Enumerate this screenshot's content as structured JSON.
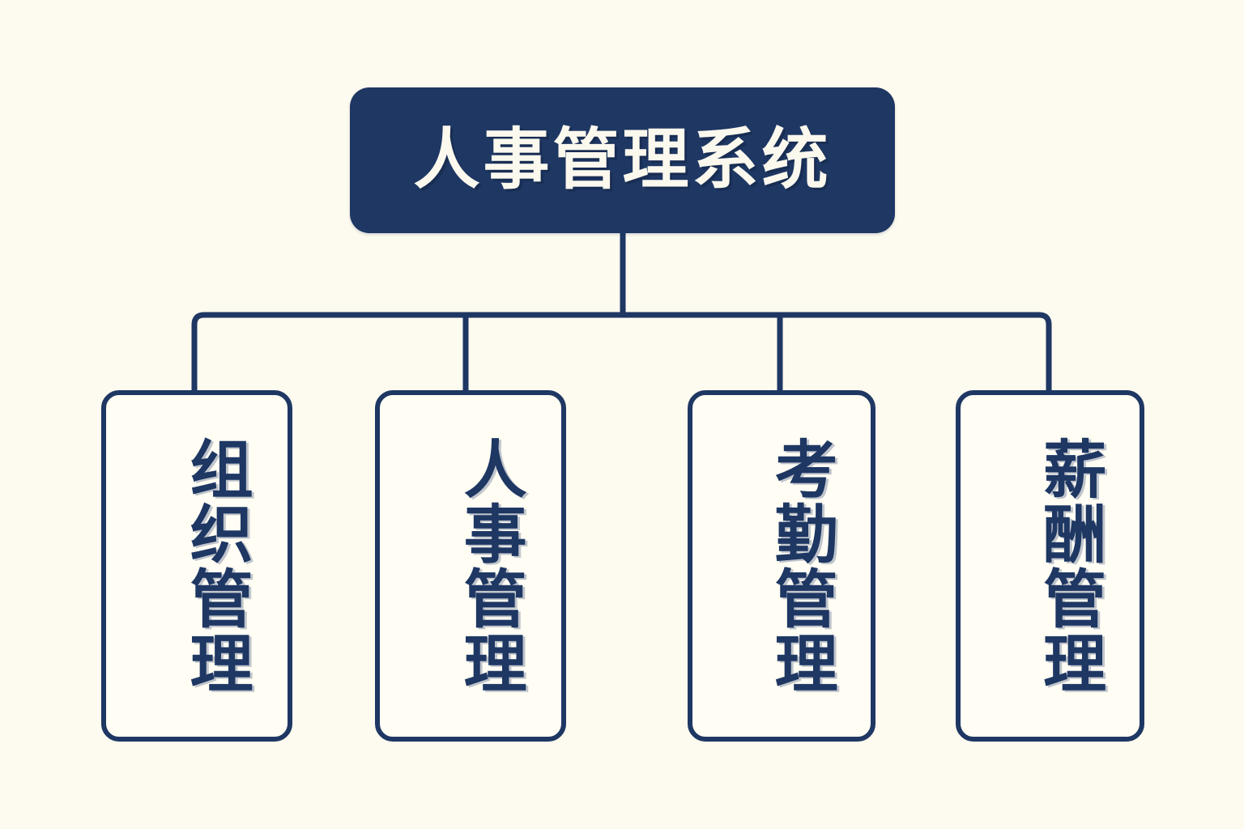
{
  "diagram": {
    "type": "org-chart",
    "orientation": "top-down",
    "background_color": "#fdfaef",
    "accent_color": "#1e3763",
    "node_fill_color": "#fffdf4",
    "root": {
      "label": "人事管理系统",
      "text_color": "#fbf8ee",
      "fill_color": "#1e3763"
    },
    "children": [
      {
        "label": "组织管理",
        "text_color": "#1e3763"
      },
      {
        "label": "人事管理",
        "text_color": "#1e3763"
      },
      {
        "label": "考勤管理",
        "text_color": "#1e3763"
      },
      {
        "label": "薪酬管理",
        "text_color": "#1e3763"
      }
    ]
  }
}
